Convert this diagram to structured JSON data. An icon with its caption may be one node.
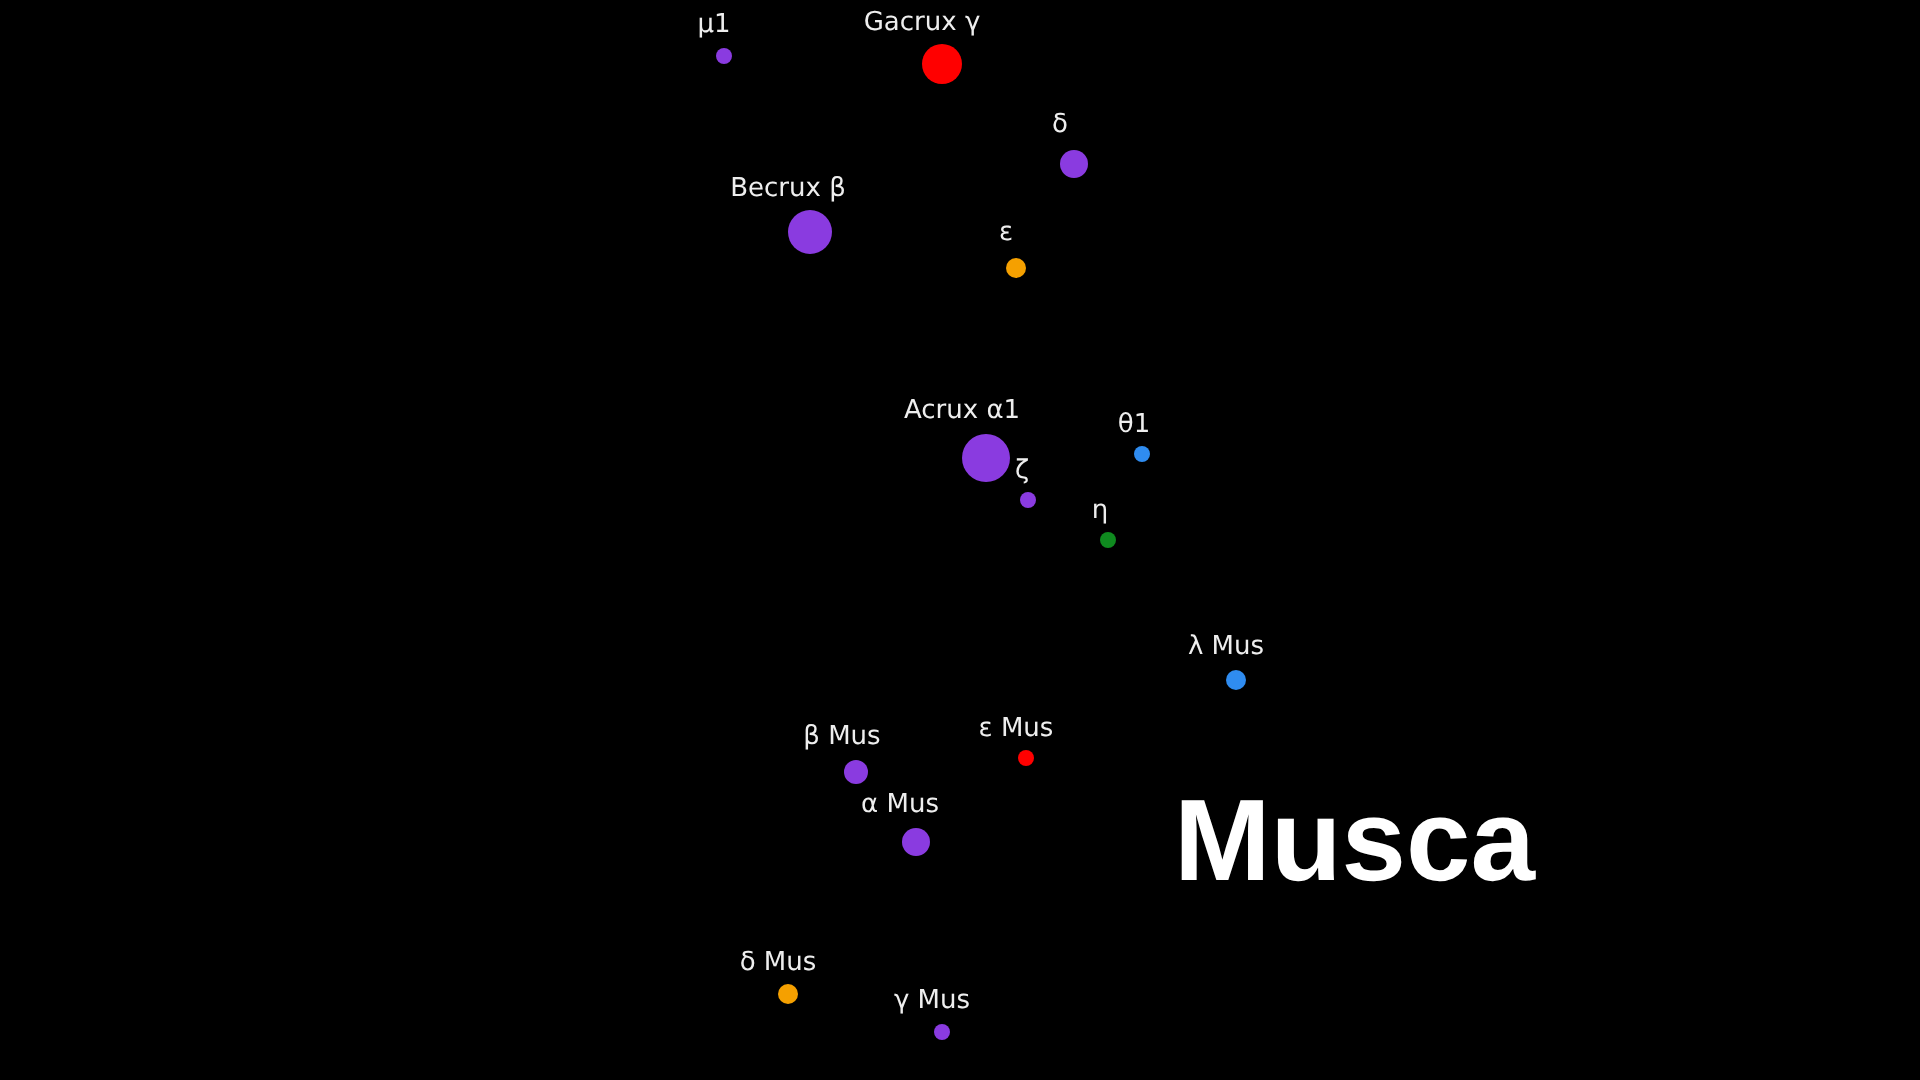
{
  "diagram": {
    "title": "Musca",
    "nodes": [
      {
        "text": [
          "μ1"
        ]
      },
      {
        "text": [
          "Gacrux γ"
        ]
      },
      {
        "text": [
          "δ"
        ]
      },
      {
        "text": [
          "Becrux β"
        ]
      },
      {
        "text": [
          "ε"
        ]
      },
      {
        "text": [
          "Acrux α1"
        ]
      },
      {
        "text": [
          "θ1"
        ]
      },
      {
        "text": [
          "ζ"
        ]
      },
      {
        "text": [
          "η"
        ]
      },
      {
        "text": [
          "λ Mus"
        ]
      },
      {
        "text": [
          "β Mus"
        ]
      },
      {
        "text": [
          "ε Mus"
        ]
      },
      {
        "text": [
          "α Mus"
        ]
      },
      {
        "text": [
          "δ Mus"
        ]
      },
      {
        "text": [
          "γ Mus"
        ]
      }
    ]
  }
}
